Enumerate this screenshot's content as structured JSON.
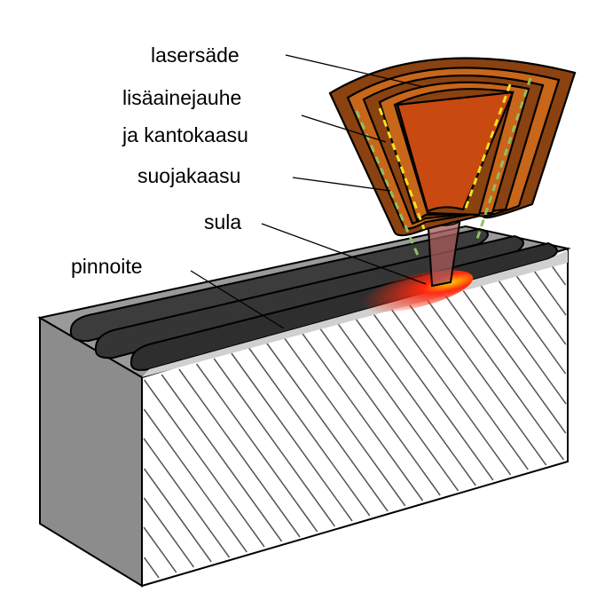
{
  "labels": {
    "laser_beam": "lasersäde",
    "filler_powder_line1": "lisäainejauhe",
    "filler_powder_line2": "ja kantokaasu",
    "shielding_gas": "suojakaasu",
    "melt_pool": "sula",
    "coating": "pinnoite"
  },
  "colors": {
    "nozzle_dark": "#8a4210",
    "nozzle_light": "#c8661a",
    "laser": "#c84a10",
    "powder_flow": "#f5e020",
    "gas_flow": "#90c060",
    "bead": "#3a3a3a",
    "block_side": "#888888"
  }
}
